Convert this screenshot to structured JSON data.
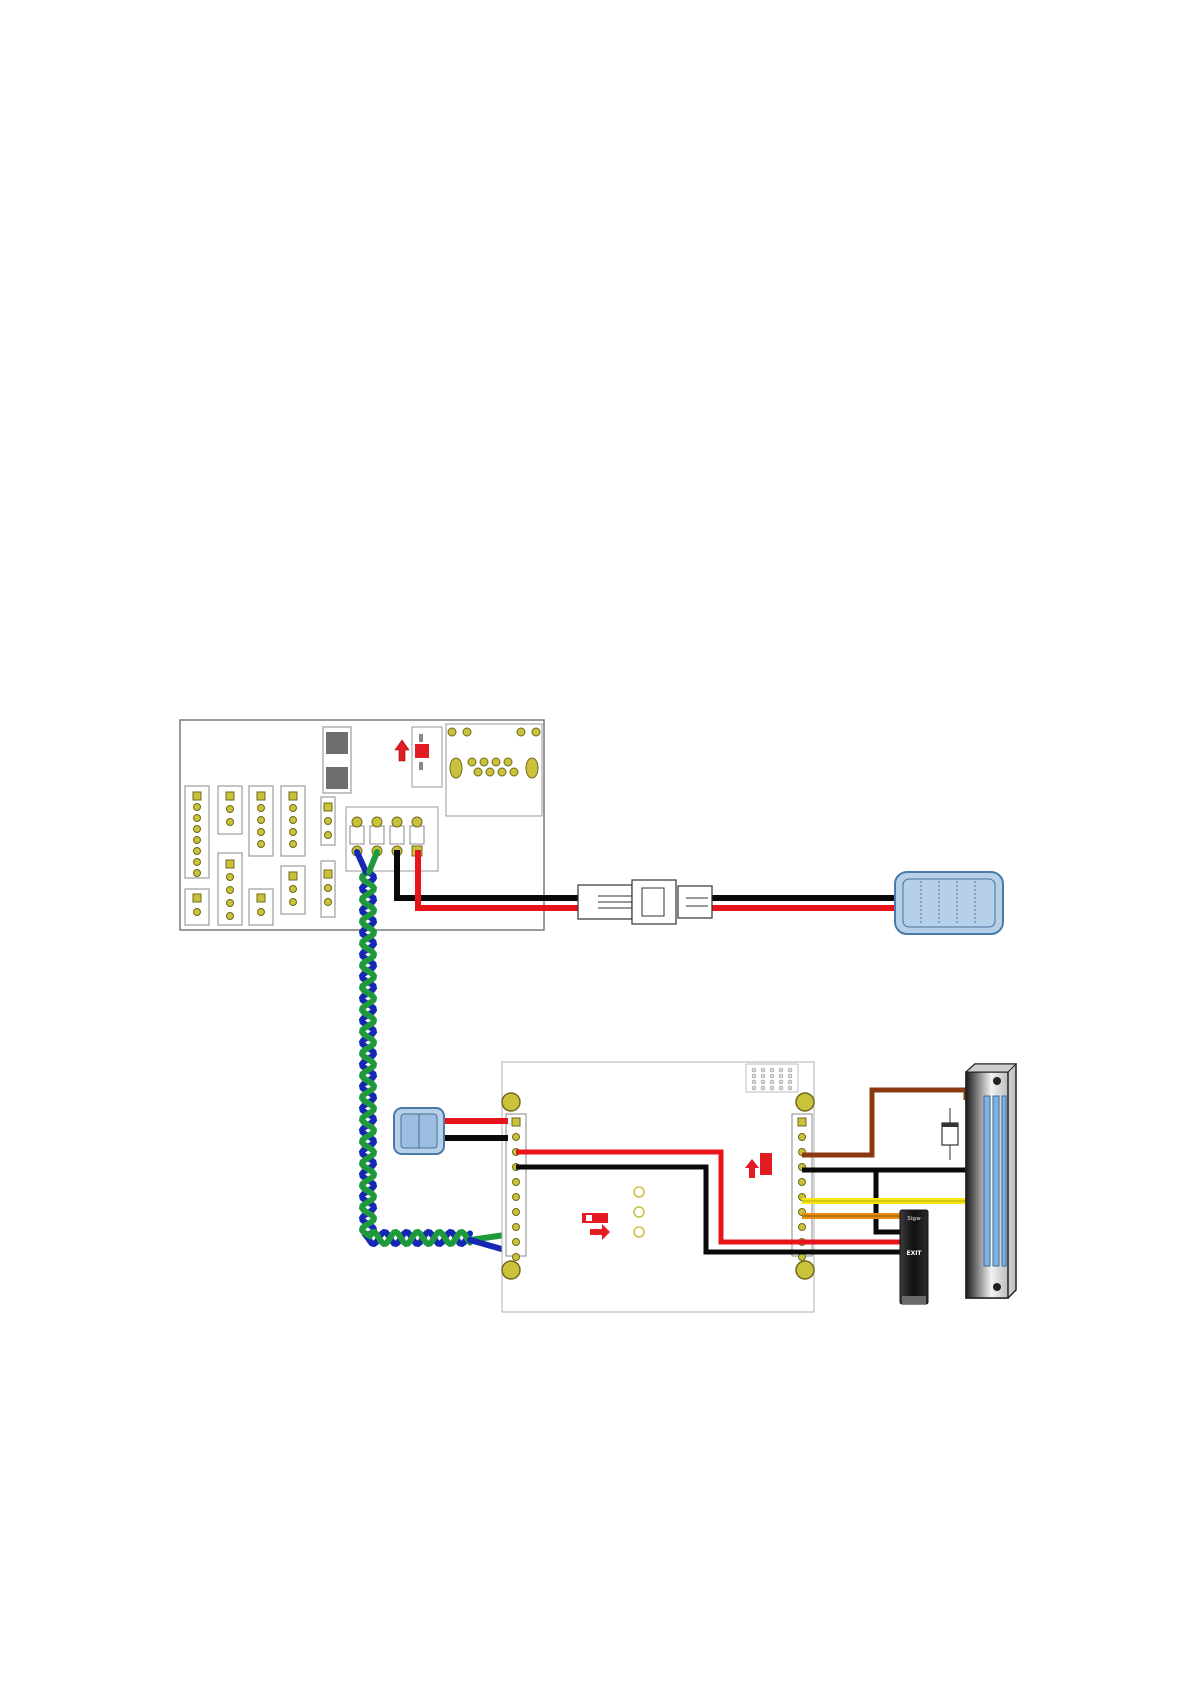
{
  "diagram": {
    "exit_button_label": "EXIT",
    "exit_button_brand": "Sigw",
    "colors": {
      "wire_red": "#e8141b",
      "wire_black": "#0a0a0a",
      "wire_blue": "#1428b4",
      "wire_green": "#1e9a3c",
      "wire_brown": "#8b3a0f",
      "wire_yellow": "#f5e614",
      "wire_orange": "#e88a14",
      "pad_fill": "#c9c23a",
      "pad_stroke": "#6f6a1c",
      "board_border": "#7a7a7a",
      "reader_blue": "#b6d0ea",
      "marker_red": "#e31b23"
    },
    "icons": [
      "main-controller-board",
      "reader-interface-board",
      "connector-plug",
      "card-reader",
      "push-button",
      "magnetic-lock",
      "exit-button",
      "twisted-pair-cable"
    ]
  }
}
